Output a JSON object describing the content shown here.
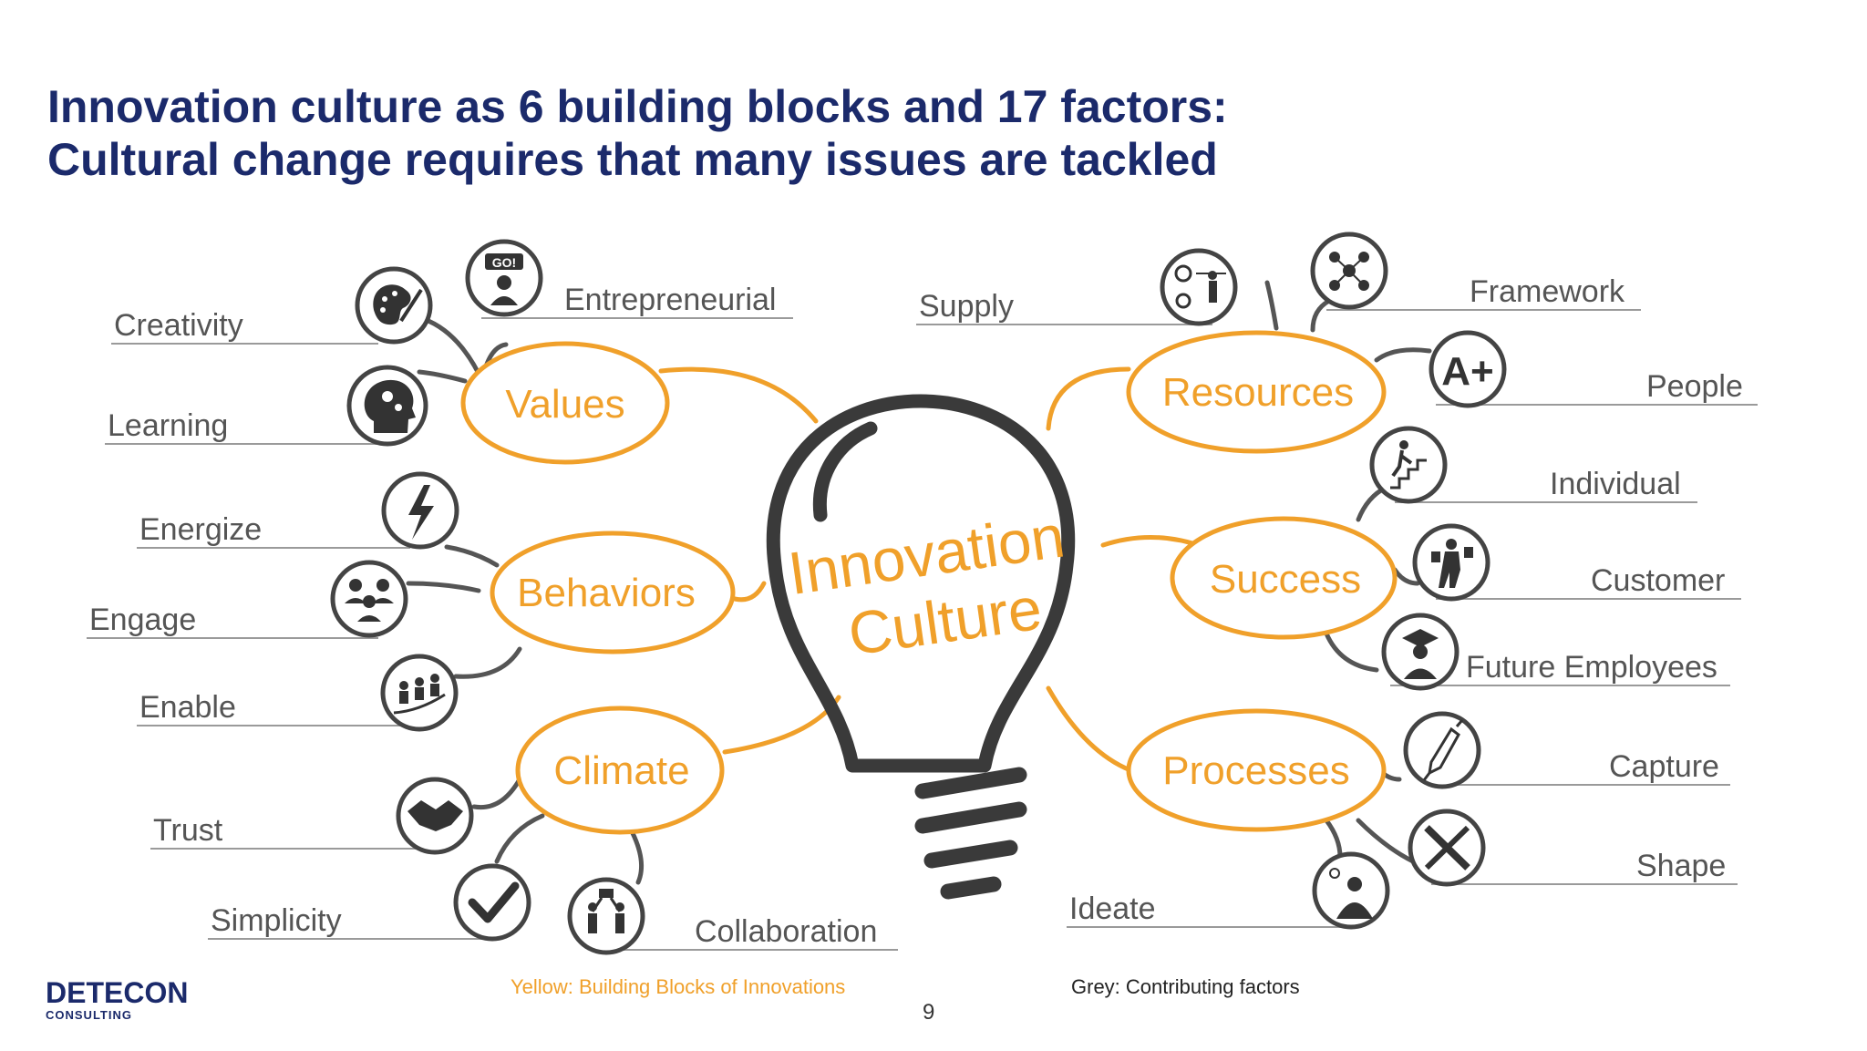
{
  "title": {
    "line1": "Innovation culture as 6 building blocks and 17 factors:",
    "line2": "Cultural change requires that many issues are tackled"
  },
  "center": {
    "line1": "Innovation",
    "line2": "Culture"
  },
  "blocks": {
    "values": "Values",
    "behaviors": "Behaviors",
    "climate": "Climate",
    "resources": "Resources",
    "success": "Success",
    "processes": "Processes"
  },
  "factors": {
    "creativity": "Creativity",
    "entrepreneurial": "Entrepreneurial",
    "learning": "Learning",
    "energize": "Energize",
    "engage": "Engage",
    "enable": "Enable",
    "trust": "Trust",
    "simplicity": "Simplicity",
    "collaboration": "Collaboration",
    "supply": "Supply",
    "framework": "Framework",
    "people": "People",
    "individual": "Individual",
    "customer": "Customer",
    "future_employees": "Future Employees",
    "capture": "Capture",
    "shape": "Shape",
    "ideate": "Ideate"
  },
  "icons": {
    "go_badge": "GO!",
    "grade": "A+"
  },
  "legend": {
    "yellow": "Yellow: Building Blocks of Innovations",
    "grey": "Grey: Contributing factors"
  },
  "page_number": "9",
  "logo": {
    "main": "DETECON",
    "sub": "CONSULTING"
  },
  "colors": {
    "title": "#1b2a6b",
    "accent": "#f0a02a",
    "grey": "#555555"
  }
}
